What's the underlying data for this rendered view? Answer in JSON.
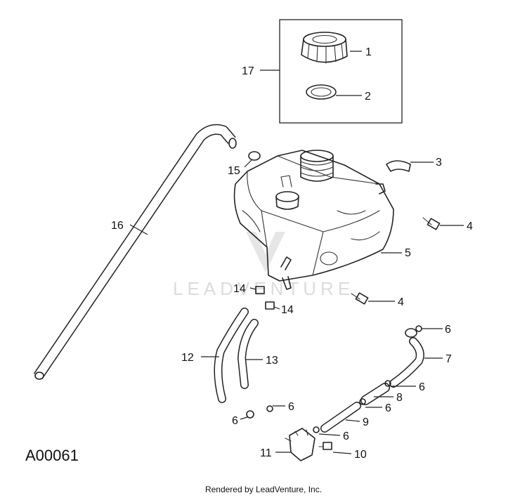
{
  "diagram": {
    "code": "A00061",
    "footer": "Rendered by LeadVenture, Inc.",
    "watermark": "LEADVENTURE",
    "callouts": [
      "1",
      "2",
      "3",
      "4",
      "4",
      "5",
      "6",
      "6",
      "6",
      "6",
      "6",
      "6",
      "7",
      "8",
      "9",
      "10",
      "11",
      "12",
      "13",
      "14",
      "14",
      "15",
      "16",
      "17"
    ]
  }
}
